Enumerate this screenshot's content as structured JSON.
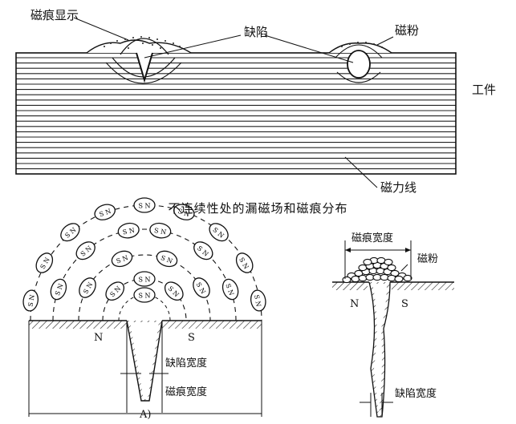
{
  "top": {
    "labels": {
      "trace_display": "磁痕显示",
      "defect": "缺陷",
      "powder": "磁粉",
      "workpiece": "工件",
      "field_lines": "磁力线"
    }
  },
  "caption": "不连续性处的漏磁场和磁痕分布",
  "left_detail": {
    "magnet_text": "S N",
    "pole_n": "N",
    "pole_s": "S",
    "defect_width": "缺陷宽度",
    "trace_width": "磁痕宽度",
    "sublabel": "A)"
  },
  "right_detail": {
    "trace_width": "磁痕宽度",
    "powder": "磁粉",
    "pole_n": "N",
    "pole_s": "S",
    "defect_width": "缺陷宽度"
  }
}
